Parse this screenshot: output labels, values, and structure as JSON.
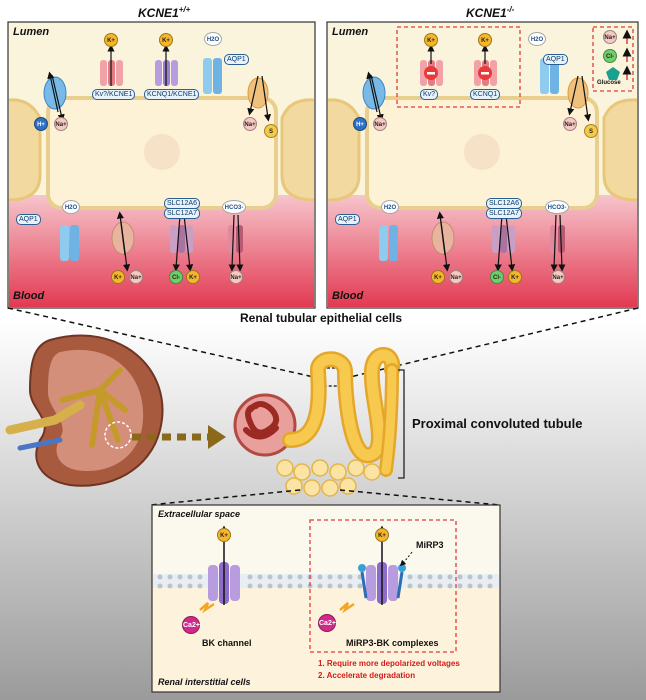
{
  "top_left": {
    "title": "KCNE1",
    "title_sup": "+/+",
    "lumen": "Lumen",
    "blood": "Blood",
    "channels": [
      "Kv?/KCNE1",
      "KCNQ1/KCNE1",
      "AQP1"
    ],
    "cotransporter": [
      "SLC12A6",
      "SLC12A7"
    ],
    "aqp1_basal": "AQP1",
    "ions": {
      "k": "K+",
      "na": "Na+",
      "h": "H+",
      "cl": "Cl-",
      "s": "S",
      "water": "H2O",
      "hco3": "HCO3-"
    }
  },
  "top_right": {
    "title": "KCNE1",
    "title_sup": "-/-",
    "lumen": "Lumen",
    "blood": "Blood",
    "channels": [
      "Kv?",
      "KCNQ1",
      "AQP1"
    ],
    "cotransporter": [
      "SLC12A6",
      "SLC12A7"
    ],
    "aqp1_basal": "AQP1",
    "legend_ions": [
      "Na+",
      "Cl-",
      "Glucose"
    ],
    "ions": {
      "k": "K+",
      "na": "Na+",
      "h": "H+",
      "cl": "Cl-",
      "s": "S",
      "water": "H2O",
      "hco3": "HCO3-"
    }
  },
  "middle": {
    "section_label": "Renal tubular epithelial cells",
    "tubule_label": "Proximal convoluted tubule"
  },
  "bottom": {
    "extracellular": "Extracellular space",
    "interstitial": "Renal interstitial cells",
    "bk_label": "BK channel",
    "complex_label": "MiRP3-BK complexes",
    "mirp3": "MiRP3",
    "k": "K+",
    "ca": "Ca2+",
    "notes": [
      "1. Require more depolarized voltages",
      "2. Accelerate  degradation"
    ]
  },
  "colors": {
    "lumen": "#fbf4dc",
    "blood": "#e64b5e",
    "membrane": "#f2d79a",
    "dash_red": "#e23b3b",
    "tubule": "#f4bf3b"
  }
}
